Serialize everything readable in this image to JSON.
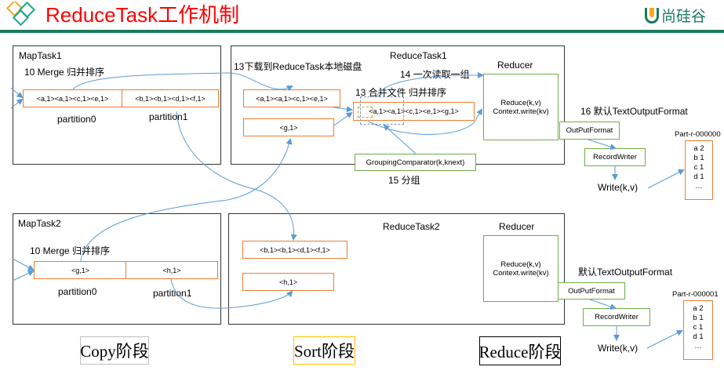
{
  "header": {
    "title": "ReduceTask工作机制",
    "brand_name": "尚硅谷",
    "logo_icon": "diamond-logo-icon",
    "brand_icon": "u-logo-icon",
    "colors": {
      "title": "#ff0000",
      "rule": "#1b7a5a",
      "orange": "#ed7d31",
      "green": "#70ad47",
      "arrow": "#5b9bd5"
    }
  },
  "map_tasks": [
    {
      "name": "MapTask1",
      "merge_label": "10 Merge 归并排序",
      "partitions": [
        {
          "content": "<a,1><a,1><c,1><e,1>",
          "label": "partition0"
        },
        {
          "content": "<b,1><b,1><d,1><f,1>",
          "label": "partition1"
        }
      ]
    },
    {
      "name": "MapTask2",
      "merge_label": "10 Merge 归并排序",
      "partitions": [
        {
          "content": "<g,1>",
          "label": "partition0"
        },
        {
          "content": "<h,1>",
          "label": "partition1"
        }
      ]
    }
  ],
  "reduce_tasks": [
    {
      "name": "ReduceTask1",
      "download_label": "13下载到ReduceTask本地磁盘",
      "files": [
        "<a,1><a,1><c,1><e,1>",
        "<g,1>"
      ],
      "merge_label": "13 合并文件 归并排序",
      "merged": "<a,1><a,1><c,1><e,1><g,1>",
      "read_label": "14 一次读取一组",
      "grouping": "GroupingComparator(k,knext)",
      "group_label": "15 分组",
      "reducer_title": "Reducer",
      "reducer_lines": [
        "Reduce(k,v)",
        "Context.write(kv)"
      ],
      "output_format_label": "16 默认TextOutputFormat",
      "output_format": "OutPutFormat",
      "record_writer": "RecordWriter",
      "write": "Write(k,v)",
      "output_file": "Part-r-000000",
      "output_lines": [
        "a 2",
        "b 1",
        "c 1",
        "d 1",
        "…"
      ]
    },
    {
      "name": "ReduceTask2",
      "files": [
        "<b,1><b,1><d,1><f,1>",
        "<h,1>"
      ],
      "reducer_title": "Reducer",
      "reducer_lines": [
        "Reduce(k,v)",
        "Context.write(kv)"
      ],
      "output_format_label": "默认TextOutputFormat",
      "output_format": "OutPutFormat",
      "record_writer": "RecordWriter",
      "write": "Write(k,v)",
      "output_file": "Part-r-000001",
      "output_lines": [
        "a 2",
        "b 1",
        "c 1",
        "d 1",
        "…"
      ]
    }
  ],
  "stages": [
    {
      "label": "Copy阶段",
      "border": "#bfbfbf"
    },
    {
      "label": "Sort阶段",
      "border": "#ffc000"
    },
    {
      "label": "Reduce阶段",
      "border": "#000000"
    }
  ]
}
